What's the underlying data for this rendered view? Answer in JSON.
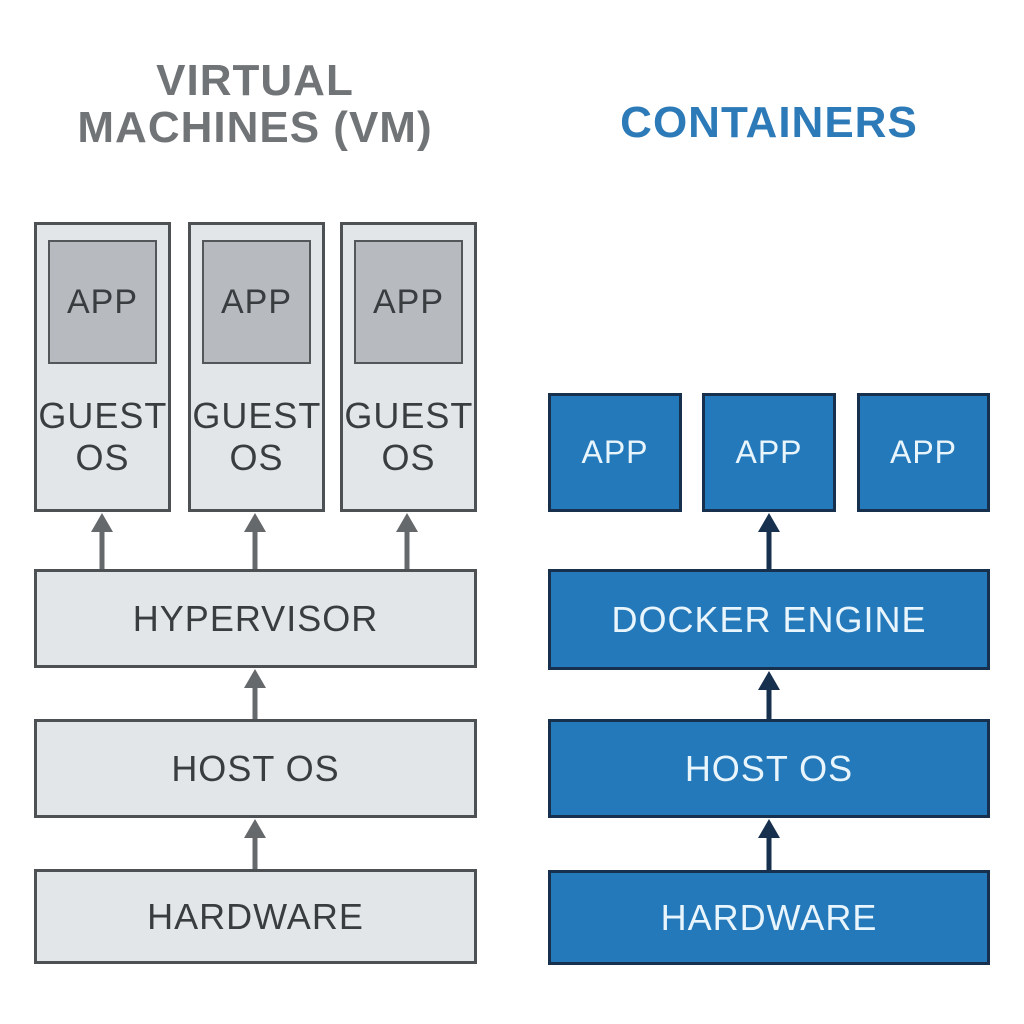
{
  "diagram": {
    "left": {
      "title_line1": "VIRTUAL",
      "title_line2": "MACHINES (VM)",
      "vms": [
        {
          "app_label": "APP",
          "os_label": "GUEST OS"
        },
        {
          "app_label": "APP",
          "os_label": "GUEST OS"
        },
        {
          "app_label": "APP",
          "os_label": "GUEST OS"
        }
      ],
      "layers": {
        "hypervisor": "HYPERVISOR",
        "host_os": "HOST OS",
        "hardware": "HARDWARE"
      }
    },
    "right": {
      "title": "CONTAINERS",
      "apps": [
        {
          "app_label": "APP"
        },
        {
          "app_label": "APP"
        },
        {
          "app_label": "APP"
        }
      ],
      "layers": {
        "docker_engine": "DOCKER ENGINE",
        "host_os": "HOST OS",
        "hardware": "HARDWARE"
      }
    },
    "colors": {
      "background": "#ffffff",
      "vm_title_gray": "#717477",
      "container_title_blue": "#2d7ab8",
      "gray_box_fill": "#e3e6e8",
      "gray_box_border": "#4d5154",
      "gray_inner_app_fill": "#b7bbbf",
      "gray_text": "#3a3d40",
      "gray_arrow": "#66696c",
      "blue_box_fill": "#2479ba",
      "blue_box_border": "#16304e",
      "blue_text": "#e9f5fc",
      "navy_arrow": "#16304e"
    },
    "icons": {
      "up_arrow": "up-arrow-icon"
    }
  }
}
